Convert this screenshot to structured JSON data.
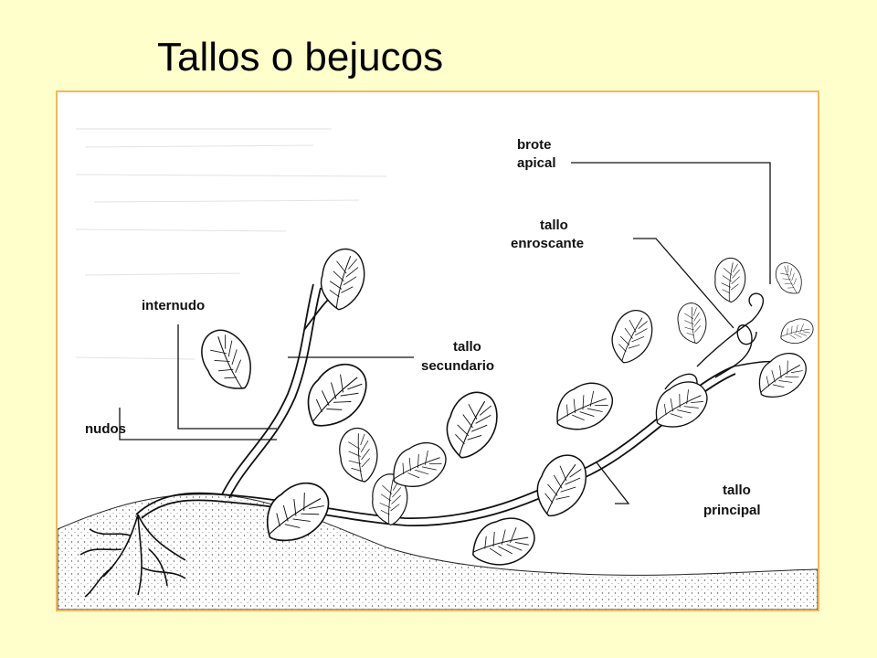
{
  "slide": {
    "title": "Tallos o bejucos"
  },
  "diagram": {
    "labels": {
      "brote_line1": "brote",
      "brote_line2": "apical",
      "enroscante_line1": "tallo",
      "enroscante_line2": "enroscante",
      "internudo": "internudo",
      "secundario_line1": "tallo",
      "secundario_line2": "secundario",
      "nudos": "nudos",
      "principal_line1": "tallo",
      "principal_line2": "principal"
    }
  }
}
